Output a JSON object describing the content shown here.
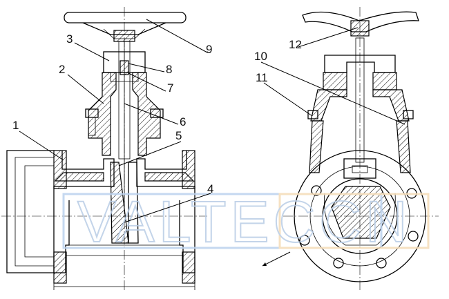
{
  "diagram": {
    "part_labels": [
      "1",
      "2",
      "3",
      "4",
      "5",
      "6",
      "7",
      "8",
      "9",
      "10",
      "11",
      "12"
    ]
  },
  "watermark": {
    "text": "VALTECCN",
    "colors": {
      "frame_blue": "#bcd2ee",
      "frame_orange": "#f5dcb8",
      "text": "#b9cde6"
    }
  }
}
